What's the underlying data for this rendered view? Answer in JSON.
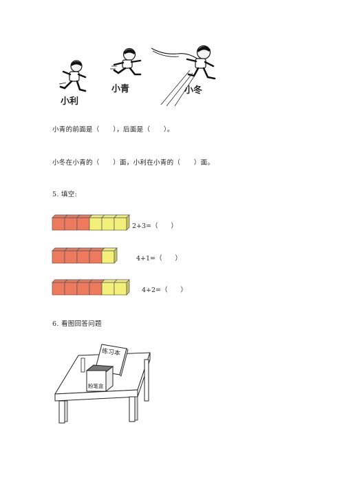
{
  "figure1": {
    "labels": {
      "left": "小利",
      "middle": "小青",
      "right": "小冬"
    }
  },
  "questions": {
    "q1": "小青的前面是（　　），后面是（　　）。",
    "q2": "小冬在小青的（　　）面，小利在小青的（　　）面。"
  },
  "section5": {
    "title": "5. 填空:",
    "rows": [
      {
        "red": 3,
        "yellow": 3,
        "equation": "2+3=（　　）"
      },
      {
        "red": 4,
        "yellow": 1,
        "equation": "4+1=（　　）"
      },
      {
        "red": 4,
        "yellow": 2,
        "equation": "4+2=（　　）"
      }
    ]
  },
  "section6": {
    "title": "6. 看图回答问题",
    "book_label": "练习本",
    "box_label": "粉笔盒"
  },
  "colors": {
    "red_cube": "#ee7a5e",
    "yellow_cube": "#f3f07a",
    "cube_stroke": "#555555"
  }
}
